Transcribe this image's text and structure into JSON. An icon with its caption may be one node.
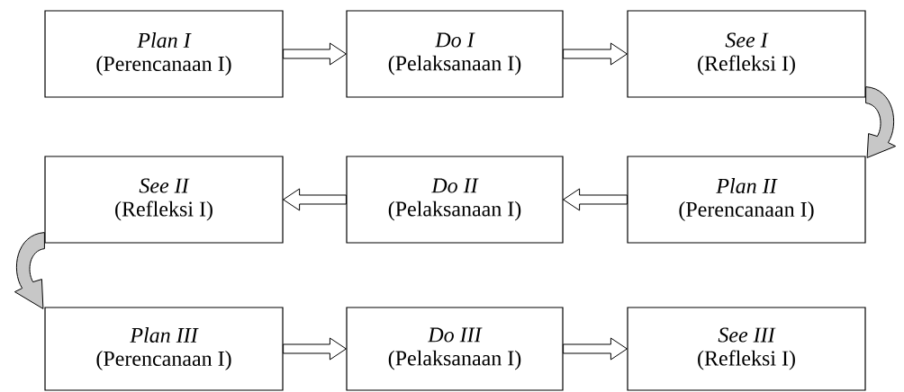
{
  "diagram": {
    "nodes": [
      {
        "text": [
          "Plan I",
          "(Perencanaan I)"
        ]
      },
      {
        "text": [
          "Do I",
          "(Pelaksanaan I)"
        ]
      },
      {
        "text": [
          "See I",
          "(Refleksi I)"
        ]
      },
      {
        "text": [
          "See II",
          "(Refleksi I)"
        ]
      },
      {
        "text": [
          "Do II",
          "(Pelaksanaan I)"
        ]
      },
      {
        "text": [
          "Plan II",
          "(Perencanaan I)"
        ]
      },
      {
        "text": [
          "Plan III",
          "(Perencanaan I)"
        ]
      },
      {
        "text": [
          "Do III",
          "(Pelaksanaan I)"
        ]
      },
      {
        "text": [
          "See III",
          "(Refleksi I)"
        ]
      }
    ],
    "edges": [
      {
        "from": 0,
        "to": 1,
        "arrow": "to"
      },
      {
        "from": 1,
        "to": 2,
        "arrow": "to"
      },
      {
        "from": 2,
        "to": 5,
        "arrow": "to"
      },
      {
        "from": 5,
        "to": 4,
        "arrow": "to"
      },
      {
        "from": 4,
        "to": 3,
        "arrow": "to"
      },
      {
        "from": 3,
        "to": 6,
        "arrow": "to"
      },
      {
        "from": 6,
        "to": 7,
        "arrow": "to"
      },
      {
        "from": 7,
        "to": 8,
        "arrow": "to"
      }
    ]
  }
}
